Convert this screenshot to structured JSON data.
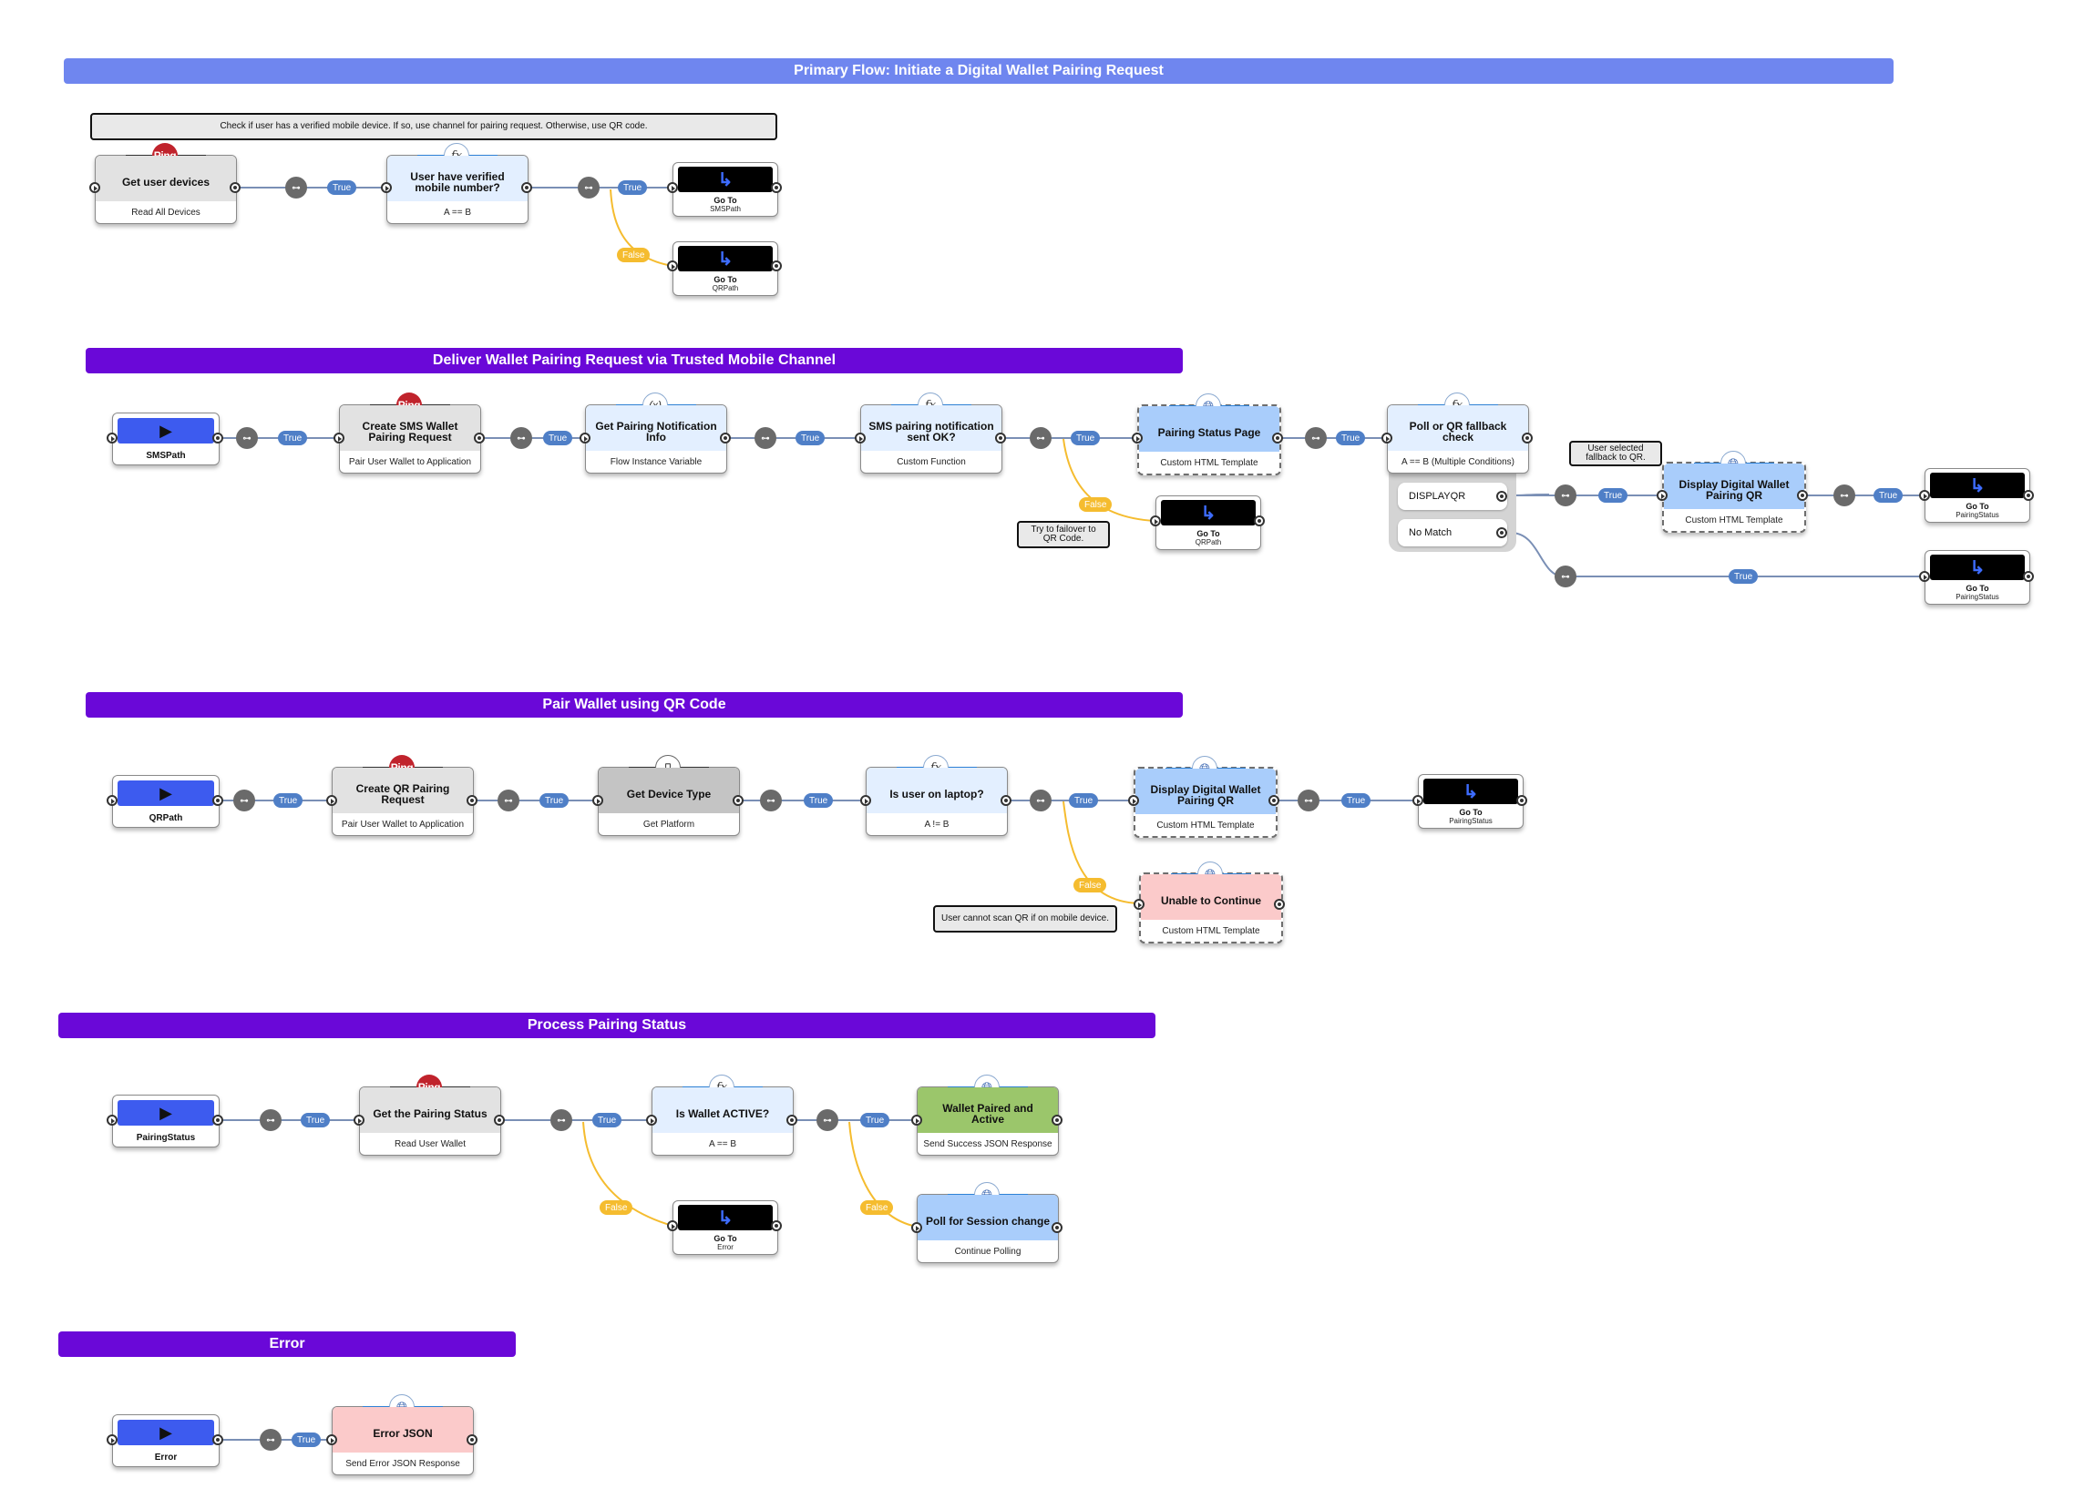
{
  "banners": {
    "primary": "Primary Flow:  Initiate a Digital Wallet Pairing Request",
    "sms": "Deliver Wallet Pairing Request via Trusted Mobile Channel",
    "qr": "Pair Wallet using QR Code",
    "status": "Process Pairing Status",
    "error": "Error"
  },
  "labels": {
    "true": "True",
    "false": "False",
    "ping": "Ping",
    "goto": "Go To",
    "fx": "fx",
    "var": "(x)"
  },
  "primary": {
    "note": "Check if user has a verified mobile device. If so, use channel for pairing request.  Otherwise, use QR code.",
    "get_devices": {
      "title": "Get user devices",
      "sub": "Read All Devices"
    },
    "verified": {
      "title": "User have verified mobile number?",
      "sub": "A == B"
    },
    "goto_sms": "SMSPath",
    "goto_qr": "QRPath"
  },
  "sms": {
    "start": "SMSPath",
    "create": {
      "title": "Create SMS Wallet Pairing Request",
      "sub": "Pair User Wallet to Application"
    },
    "notif_info": {
      "title": "Get Pairing Notification Info",
      "sub": "Flow Instance Variable"
    },
    "sent_ok": {
      "title": "SMS pairing notification sent OK?",
      "sub": "Custom Function"
    },
    "status_page": {
      "title": "Pairing Status Page",
      "sub": "Custom HTML Template"
    },
    "poll": {
      "title": "Poll or QR fallback check",
      "sub": "A == B (Multiple Conditions)"
    },
    "opt_display": "DISPLAYQR",
    "opt_nomatch": "No Match",
    "note_fallback": "User selected fallback to QR.",
    "display_qr": {
      "title": "Display Digital Wallet Pairing QR",
      "sub": "Custom HTML Template"
    },
    "note_failover": "Try to failover to QR Code.",
    "goto_qr": "QRPath",
    "goto_status1": "PairingStatus",
    "goto_status2": "PairingStatus"
  },
  "qr": {
    "start": "QRPath",
    "create": {
      "title": "Create QR Pairing Request",
      "sub": "Pair User Wallet to Application"
    },
    "device": {
      "title": "Get Device Type",
      "sub": "Get Platform"
    },
    "laptop": {
      "title": "Is user on laptop?",
      "sub": "A != B"
    },
    "display_qr": {
      "title": "Display Digital Wallet Pairing QR",
      "sub": "Custom HTML Template"
    },
    "goto_status": "PairingStatus",
    "unable": {
      "title": "Unable to Continue",
      "sub": "Custom HTML Template"
    },
    "note_laptop": "User cannot scan QR if on mobile device."
  },
  "status": {
    "start": "PairingStatus",
    "get_status": {
      "title": "Get the Pairing Status",
      "sub": "Read User Wallet"
    },
    "active": {
      "title": "Is Wallet ACTIVE?",
      "sub": "A == B"
    },
    "paired": {
      "title": "Wallet Paired and Active",
      "sub": "Send Success JSON Response"
    },
    "poll": {
      "title": "Poll for Session change",
      "sub": "Continue Polling"
    },
    "goto_error": "Error"
  },
  "error": {
    "start": "Error",
    "json": {
      "title": "Error JSON",
      "sub": "Send Error JSON Response"
    }
  },
  "colors": {
    "primary_banner": "#6f86ef",
    "section_banner": "#6a08d8",
    "true_pill": "#4f7fc7",
    "false_pill": "#f5bc2f",
    "start_blue": "#3d5bef"
  }
}
